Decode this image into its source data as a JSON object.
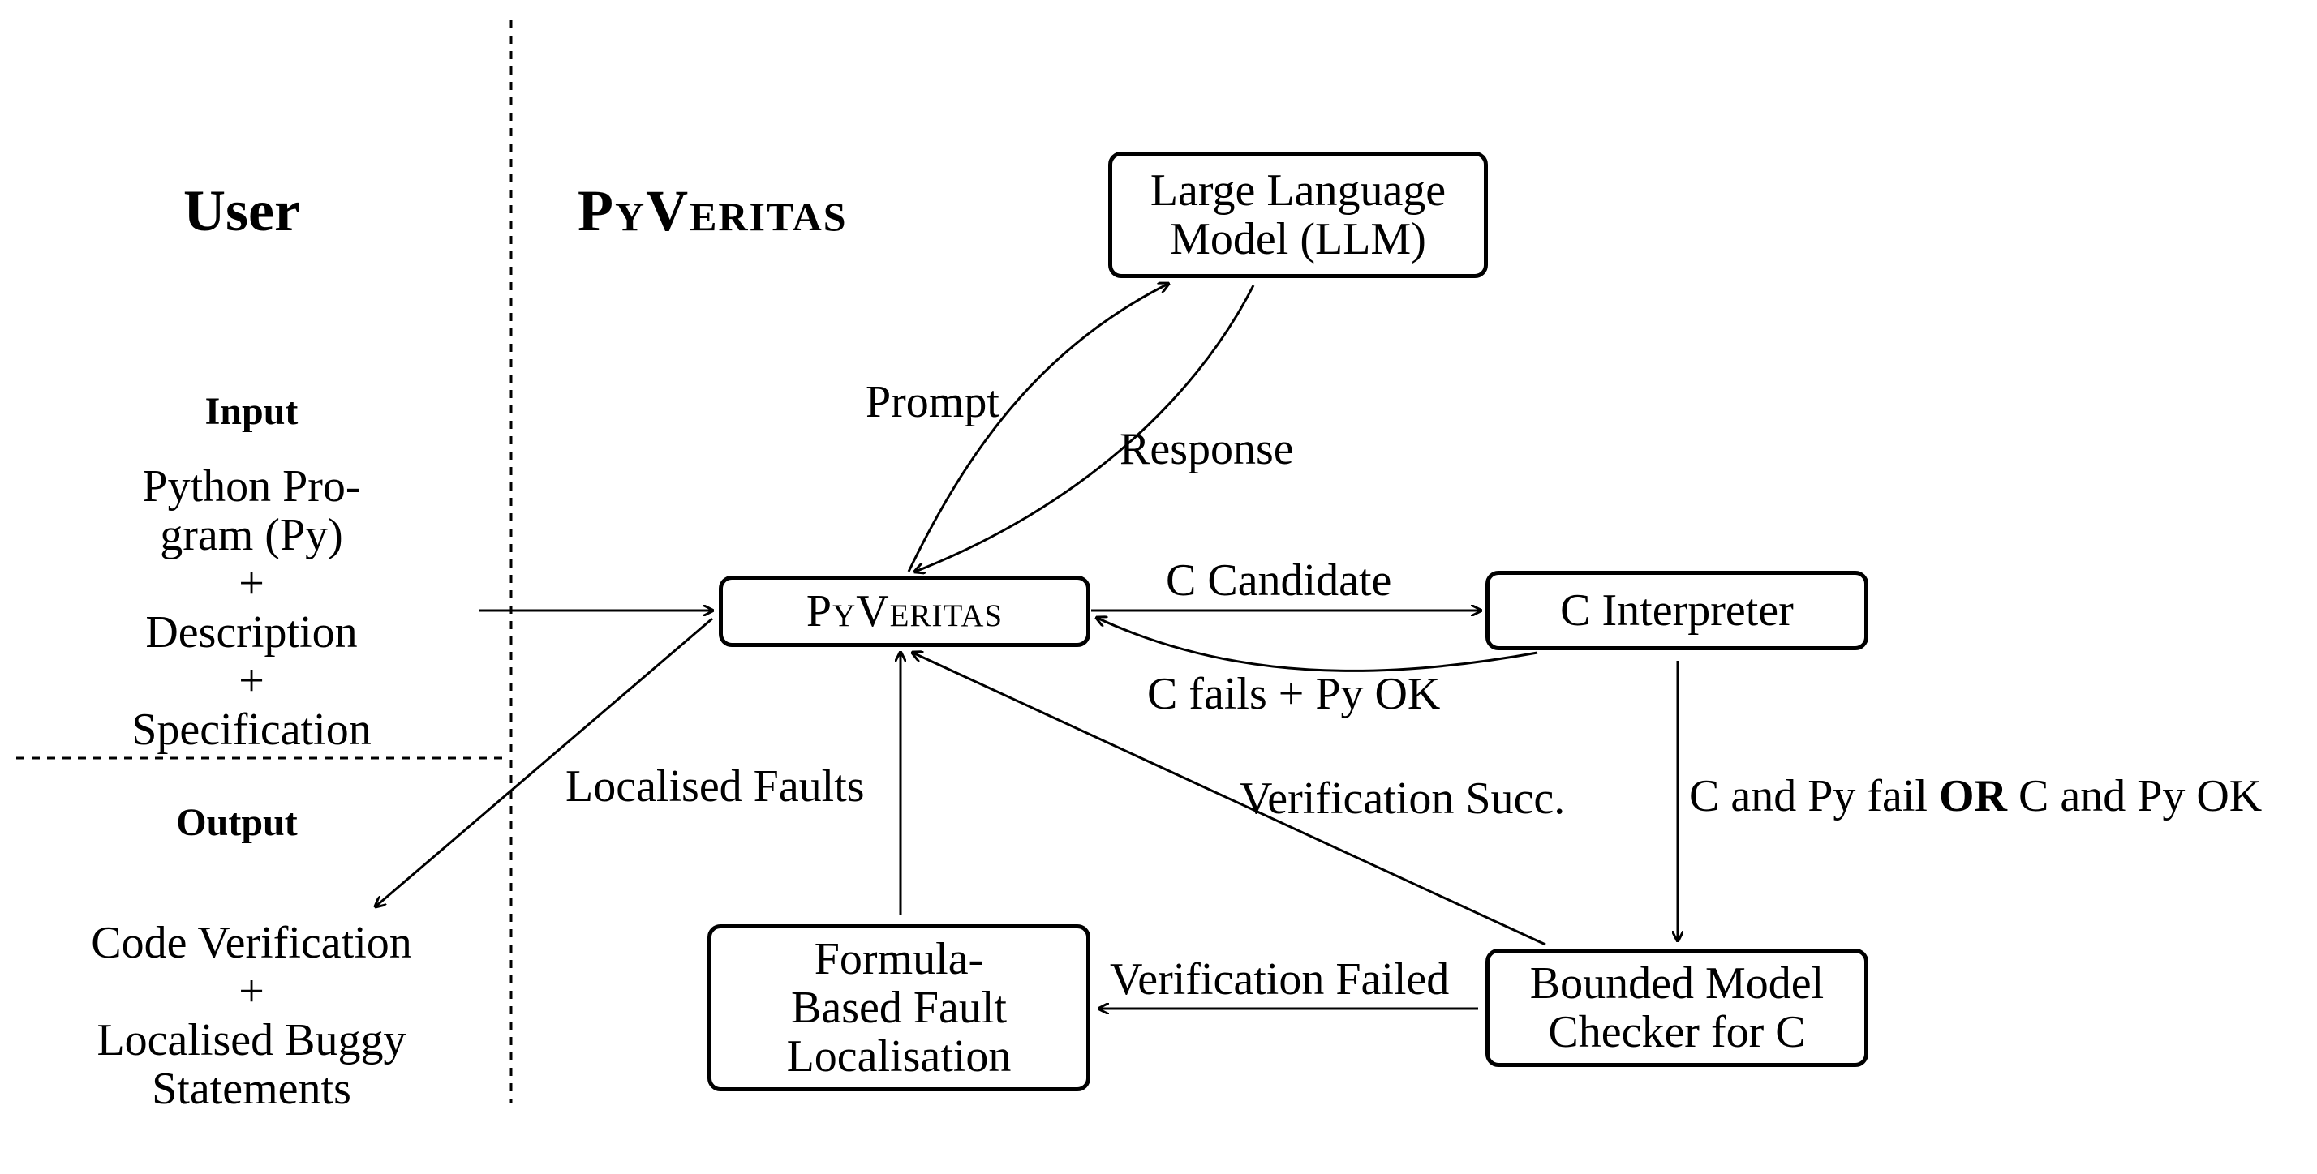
{
  "user_column": {
    "heading": "User",
    "input_heading": "Input",
    "input_lines": [
      "Python Pro-",
      "gram (Py)",
      "+",
      "Description",
      "+",
      "Specification"
    ],
    "output_heading": "Output",
    "output_lines": [
      "Code Verification",
      "+",
      "Localised Buggy",
      "Statements"
    ]
  },
  "system_column": {
    "heading": "PyVeritas"
  },
  "nodes": {
    "llm": "Large Language\nModel (LLM)",
    "pyveritas": "PyVeritas",
    "c_interpreter": "C Interpreter",
    "bmc": "Bounded Model\nChecker for C",
    "fault_localisation": "Formula-\nBased Fault\nLocalisation"
  },
  "edges": {
    "prompt": "Prompt",
    "response": "Response",
    "c_candidate": "C Candidate",
    "c_fails_py_ok": "C fails + Py OK",
    "c_and_py_fail": "C and Py fail ",
    "or": "OR",
    "c_and_py_ok": " C and Py OK",
    "verification_succ": "Verification Succ.",
    "verification_failed": "Verification Failed",
    "localised_faults": "Localised Faults"
  }
}
